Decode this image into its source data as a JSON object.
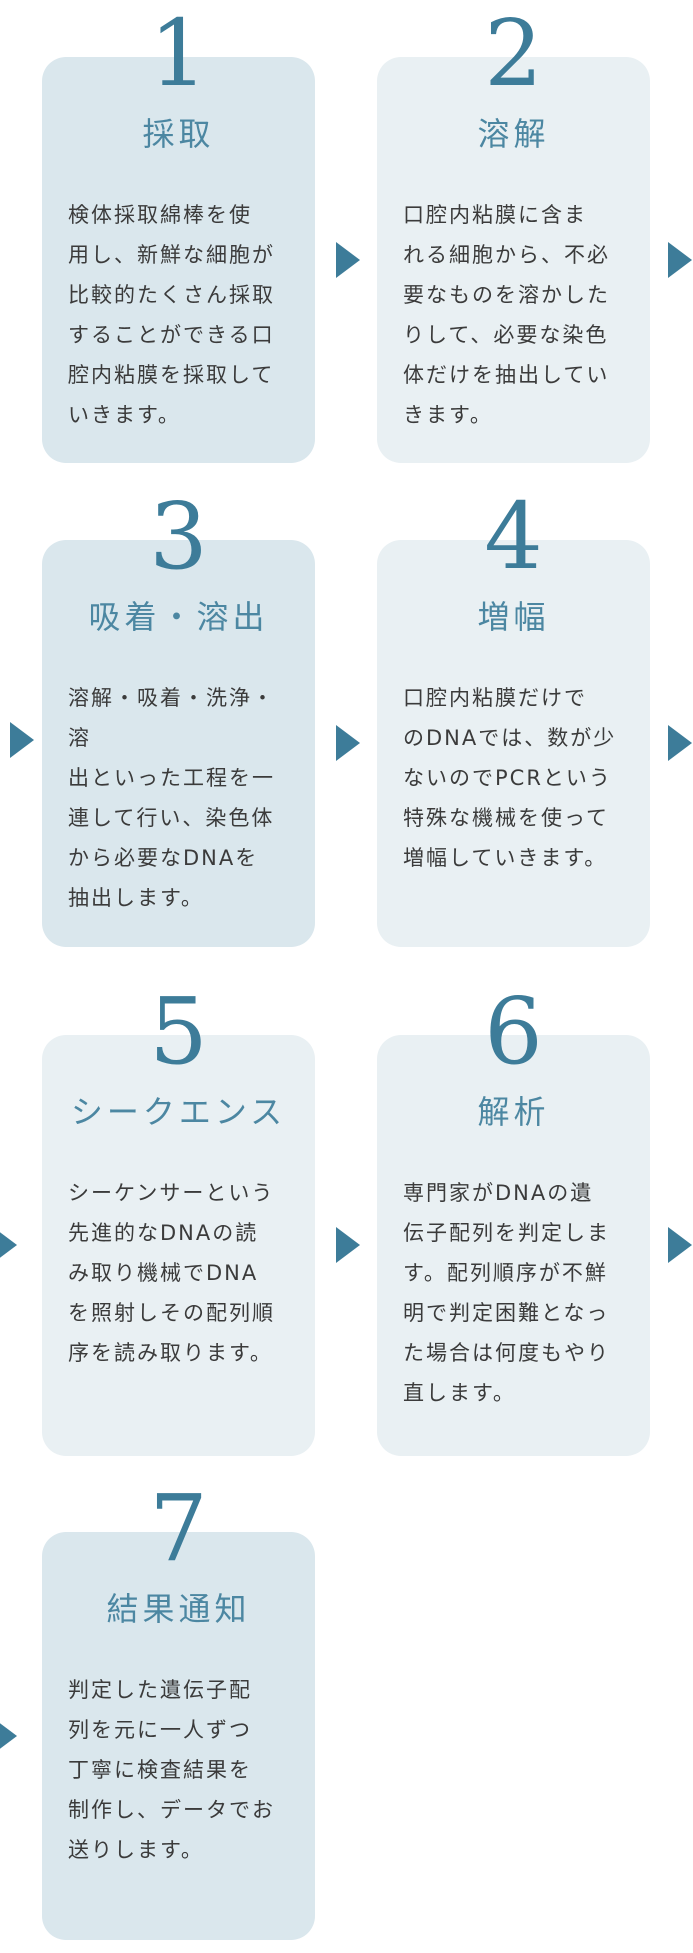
{
  "page": {
    "language": "ja",
    "description": "7-step DNA test process flow infographic"
  },
  "colors": {
    "background": "#ffffff",
    "card_dark": "#dae7ed",
    "card_light": "#e9f0f3",
    "number_teal": "#3d7c99",
    "title_teal": "#4c87a2",
    "arrow_teal": "#3d7c99",
    "body_text": "#3b3b3b"
  },
  "icons": {
    "flow_arrow": "right-pointing-triangle"
  },
  "steps": [
    {
      "number": "1",
      "title": "採取",
      "body": "検体採取綿棒を使\n用し、新鮮な細胞が\n比較的たくさん採取\nすることができる口\n腔内粘膜を採取して\nいきます。",
      "tone": "dark"
    },
    {
      "number": "2",
      "title": "溶解",
      "body": "口腔内粘膜に含ま\nれる細胞から、不必\n要なものを溶かした\nりして、必要な染色\n体だけを抽出してい\nきます。",
      "tone": "light"
    },
    {
      "number": "3",
      "title": "吸着・溶出",
      "body": "溶解・吸着・洗浄・溶\n出といった工程を一\n連して行い、染色体\nから必要なDNAを\n抽出します。",
      "tone": "dark"
    },
    {
      "number": "4",
      "title": "増幅",
      "body": "口腔内粘膜だけで\nのDNAでは、数が少\nないのでPCRという\n特殊な機械を使って\n増幅していきます。",
      "tone": "light"
    },
    {
      "number": "5",
      "title": "シークエンス",
      "body": "シーケンサーという\n先進的なDNAの読\nみ取り機械でDNA\nを照射しその配列順\n序を読み取ります。",
      "tone": "light"
    },
    {
      "number": "6",
      "title": "解析",
      "body": "専門家がDNAの遺\n伝子配列を判定しま\nす。配列順序が不鮮\n明で判定困難となっ\nた場合は何度もやり\n直します。",
      "tone": "light"
    },
    {
      "number": "7",
      "title": "結果通知",
      "body": "判定した遺伝子配\n列を元に一人ずつ\n丁寧に検査結果を\n制作し、データでお\n送りします。",
      "tone": "dark"
    }
  ]
}
